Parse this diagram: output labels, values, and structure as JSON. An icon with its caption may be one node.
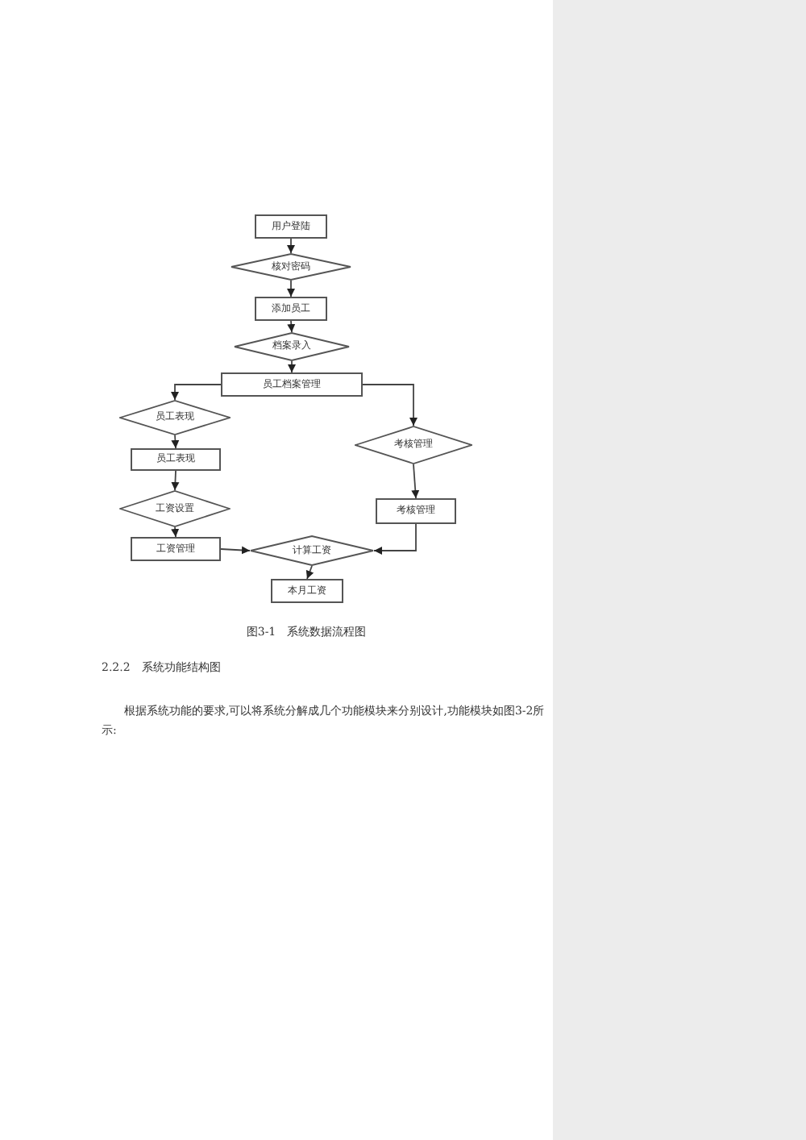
{
  "diagram": {
    "caption": "图3-1　系统数据流程图",
    "nodes": [
      {
        "text": [
          "用户登陆"
        ]
      },
      {
        "text": [
          "核对密码"
        ]
      },
      {
        "text": [
          "添加员工"
        ]
      },
      {
        "text": [
          "档案录入"
        ]
      },
      {
        "text": [
          "员工档案管理"
        ]
      },
      {
        "text": [
          "员工表现"
        ]
      },
      {
        "text": [
          "员工表现"
        ]
      },
      {
        "text": [
          "工资设置"
        ]
      },
      {
        "text": [
          "工资管理"
        ]
      },
      {
        "text": [
          "考核管理"
        ]
      },
      {
        "text": [
          "考核管理"
        ]
      },
      {
        "text": [
          "计算工资"
        ]
      },
      {
        "text": [
          "本月工资"
        ]
      }
    ],
    "edges": [
      {
        "from": 0,
        "to": 1,
        "arrow": "to"
      },
      {
        "from": 1,
        "to": 2,
        "arrow": "to"
      },
      {
        "from": 2,
        "to": 3,
        "arrow": "to"
      },
      {
        "from": 3,
        "to": 4,
        "arrow": "to"
      },
      {
        "from": 4,
        "to": 5,
        "arrow": "to"
      },
      {
        "from": 4,
        "to": 9,
        "arrow": "to"
      },
      {
        "from": 5,
        "to": 6,
        "arrow": "to"
      },
      {
        "from": 6,
        "to": 7,
        "arrow": "to"
      },
      {
        "from": 7,
        "to": 8,
        "arrow": "to"
      },
      {
        "from": 8,
        "to": 11,
        "arrow": "to"
      },
      {
        "from": 9,
        "to": 10,
        "arrow": "to"
      },
      {
        "from": 10,
        "to": 11,
        "arrow": "to"
      },
      {
        "from": 11,
        "to": 12,
        "arrow": "to"
      }
    ],
    "labels": [
      "2.2.2　系统功能结构图",
      "根据系统功能的要求,可以将系统分解成几个功能模块来分别设计,功能模块如图3-2所示:"
    ]
  }
}
